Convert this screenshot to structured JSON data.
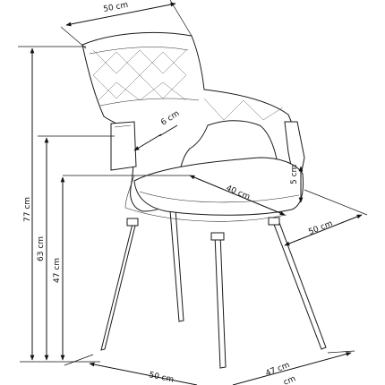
{
  "dimensions": {
    "top_width": "50 cm",
    "armrest_width": "6 cm",
    "seat_depth": "40 cm",
    "seat_thickness": "5 cm",
    "seat_side": "50 cm",
    "total_height": "77 cm",
    "armrest_height": "63 cm",
    "seat_height": "47 cm",
    "base_width": "50 cm",
    "base_depth": "47 cm",
    "base_depth_partial": "cm"
  },
  "colors": {
    "line": "#111111",
    "background": "#ffffff"
  }
}
